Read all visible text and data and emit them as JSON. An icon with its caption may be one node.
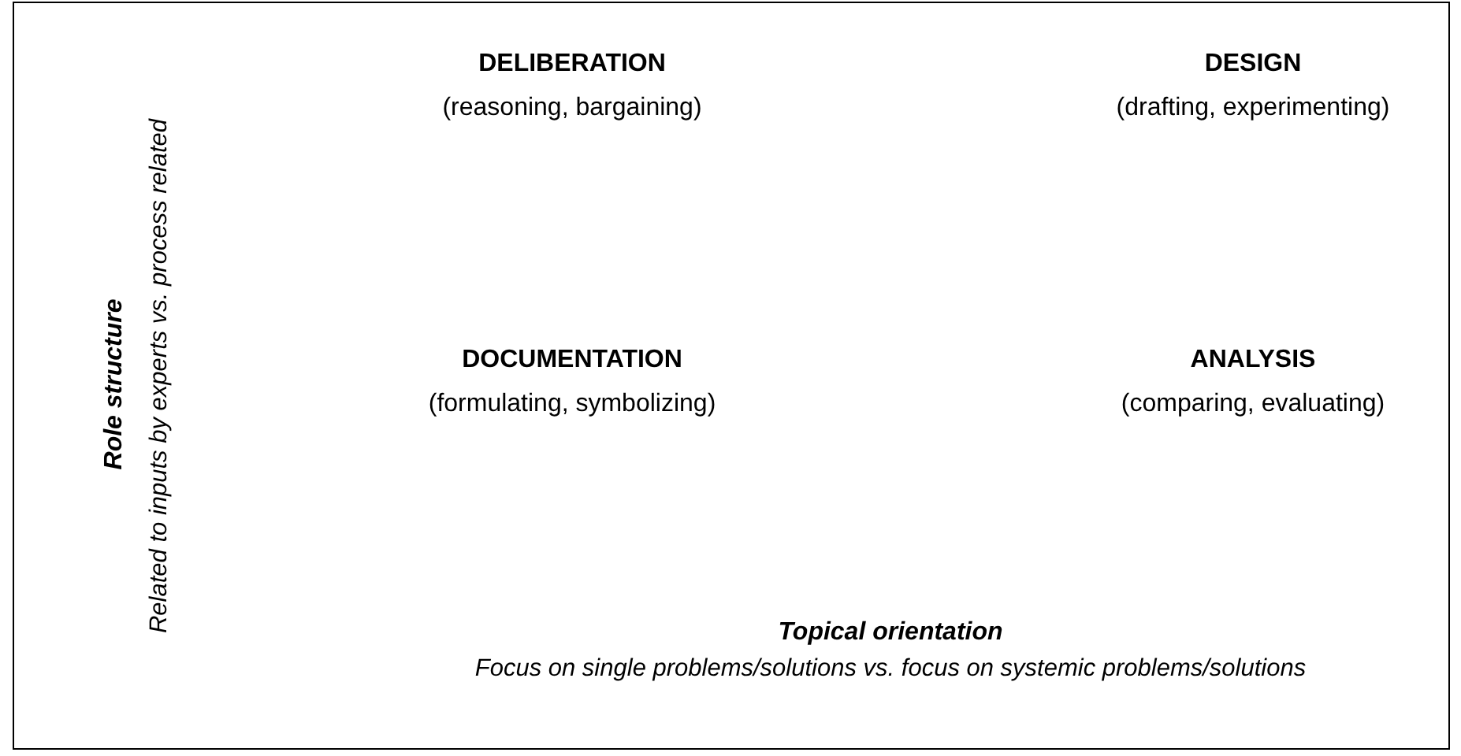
{
  "diagram": {
    "labels": [
      "DELIBERATION",
      "(reasoning, bargaining)",
      "DESIGN",
      "(drafting, experimenting)",
      "DOCUMENTATION",
      "(formulating, symbolizing)",
      "ANALYSIS",
      "(comparing, evaluating)",
      "Topical orientation",
      "Focus on single problems/solutions vs. focus on systemic problems/solutions",
      "Role structure",
      "Related to inputs by experts vs. process related"
    ]
  }
}
